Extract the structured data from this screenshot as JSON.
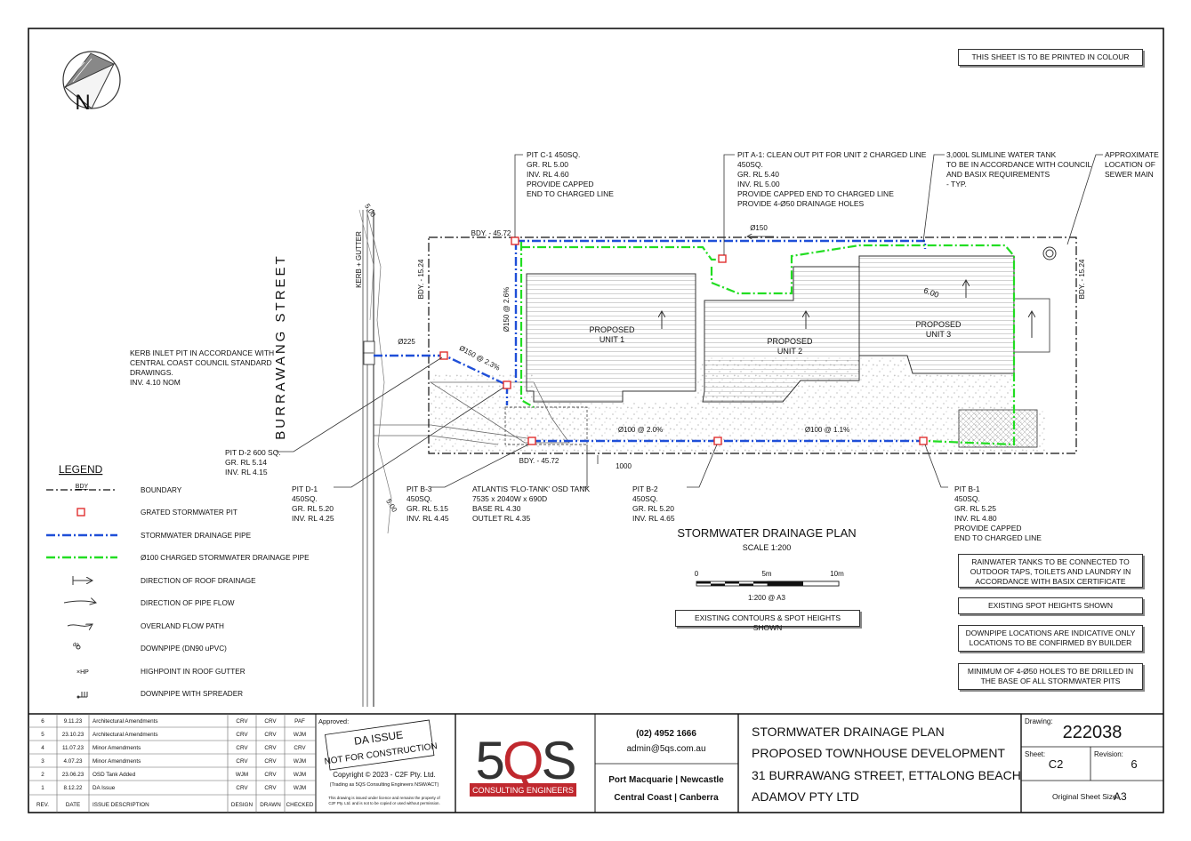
{
  "top_notice": "THIS SHEET IS TO BE PRINTED IN COLOUR",
  "north_label": "N",
  "street": {
    "name": "BURRAWANG STREET",
    "kerb_label": "KERB + GUTTER",
    "contour_label_top": "5.00",
    "contour_label_bottom": "5.00"
  },
  "boundary": {
    "top": "BDY. - 45.72",
    "bottom": "BDY. - 45.72",
    "left": "BDY. - 15.24",
    "right": "BDY. - 15.24"
  },
  "units": [
    "PROPOSED\nUNIT 1",
    "PROPOSED\nUNIT 2",
    "PROPOSED\nUNIT 3"
  ],
  "pipe_labels": {
    "p150_top": "Ø150",
    "p150_vert": "Ø150 @ 2.6%",
    "p150_diag": "Ø150 @ 2.3%",
    "p225": "Ø225",
    "p100_a": "Ø100 @ 2.0%",
    "p100_b": "Ø100 @ 1.1%",
    "dim_1000": "1000",
    "dim_600": "6.00"
  },
  "callouts": {
    "pit_c1": "PIT C-1 450SQ.\nGR. RL 5.00\nINV. RL 4.60\nPROVIDE CAPPED\nEND TO CHARGED LINE",
    "pit_a1": "PIT A-1: CLEAN OUT PIT FOR UNIT 2 CHARGED LINE\n450SQ.\nGR. RL 5.40\nINV. RL 5.00\nPROVIDE CAPPED END TO CHARGED LINE\nPROVIDE 4-Ø50 DRAINAGE HOLES",
    "tank": "3,000L SLIMLINE WATER TANK\nTO BE IN ACCORDANCE WITH COUNCIL\nAND BASIX REQUIREMENTS\n- TYP.",
    "sewer": "APPROXIMATE\nLOCATION OF\nSEWER MAIN",
    "kerb_pit": "KERB INLET PIT IN ACCORDANCE WITH\nCENTRAL COAST COUNCIL STANDARD\nDRAWINGS.\nINV. 4.10 NOM",
    "pit_d2": "PIT D-2 600 SQ.\nGR. RL 5.14\nINV. RL 4.15",
    "pit_d1": "PIT D-1\n450SQ.\nGR. RL 5.20\nINV. RL 4.25",
    "pit_b3": "PIT B-3\n450SQ.\nGR. RL 5.15\nINV. RL 4.45",
    "osd": "ATLANTIS 'FLO-TANK' OSD TANK\n7535 x 2040W x 690D\nBASE RL 4.30\nOUTLET RL 4.35",
    "pit_b2": "PIT B-2\n450SQ.\nGR. RL 5.20\nINV. RL 4.65",
    "pit_b1": "PIT B-1\n450SQ.\nGR. RL 5.25\nINV. RL 4.80\nPROVIDE CAPPED\nEND TO CHARGED LINE"
  },
  "plan_title": "STORMWATER DRAINAGE PLAN",
  "plan_scale": "SCALE 1:200",
  "scalebar": {
    "t0": "0",
    "t5": "5m",
    "t10": "10m",
    "note": "1:200 @ A3"
  },
  "contours_note": "EXISTING CONTOURS & SPOT HEIGHTS SHOWN",
  "right_notes": [
    "RAINWATER TANKS TO BE CONNECTED TO\nOUTDOOR TAPS, TOILETS AND LAUNDRY IN\nACCORDANCE WITH BASIX CERTIFICATE",
    "EXISTING SPOT HEIGHTS SHOWN",
    "DOWNPIPE LOCATIONS ARE INDICATIVE ONLY\nLOCATIONS TO BE CONFIRMED BY BUILDER",
    "MINIMUM OF 4-Ø50 HOLES TO BE DRILLED IN\nTHE BASE OF ALL STORMWATER PITS"
  ],
  "legend": {
    "title": "LEGEND",
    "bdy_tag": "BDY",
    "items": [
      "BOUNDARY",
      "GRATED STORMWATER PIT",
      "STORMWATER DRAINAGE PIPE",
      "Ø100 CHARGED STORMWATER DRAINAGE PIPE",
      "DIRECTION OF ROOF DRAINAGE",
      "DIRECTION OF PIPE FLOW",
      "OVERLAND FLOW PATH",
      "DOWNPIPE (DN90 uPVC)",
      "HIGHPOINT IN ROOF GUTTER",
      "DOWNPIPE WITH SPREADER"
    ]
  },
  "colors": {
    "stormwater": "#1f4fd8",
    "charged": "#22dd22",
    "pit": "#e03030",
    "brand": "#c0282e"
  },
  "revisions": {
    "headers": [
      "REV.",
      "DATE",
      "ISSUE DESCRIPTION",
      "DESIGN",
      "DRAWN",
      "CHECKED"
    ],
    "rows": [
      [
        "6",
        "9.11.23",
        "Architectural Amendments",
        "CRV",
        "CRV",
        "PAF"
      ],
      [
        "5",
        "23.10.23",
        "Architectural Amendments",
        "CRV",
        "CRV",
        "WJM"
      ],
      [
        "4",
        "11.07.23",
        "Minor Amendments",
        "CRV",
        "CRV",
        "CRV"
      ],
      [
        "3",
        "4.07.23",
        "Minor Amendments",
        "CRV",
        "CRV",
        "WJM"
      ],
      [
        "2",
        "23.06.23",
        "OSD Tank Added",
        "WJM",
        "CRV",
        "WJM"
      ],
      [
        "1",
        "8.12.22",
        "DA Issue",
        "CRV",
        "CRV",
        "WJM"
      ]
    ]
  },
  "approval": {
    "label": "Approved:",
    "stamp1": "DA ISSUE",
    "stamp2": "NOT FOR CONSTRUCTION",
    "copyright": "Copyright © 2023 - C2F Pty. Ltd.",
    "trading": "(Trading as 5QS Consulting Engineers NSW/ACT)",
    "disclaimer": "This drawing is issued under licence and remains the property of\nC2F Pty. Ltd. and is not to be copied or used without permission."
  },
  "company": {
    "logo": "5QS",
    "sub": "CONSULTING ENGINEERS",
    "phone": "(02) 4952 1666",
    "email": "admin@5qs.com.au",
    "offices1": "Port Macquarie | Newcastle",
    "offices2": "Central Coast | Canberra"
  },
  "project": {
    "line1": "STORMWATER DRAINAGE PLAN",
    "line2": "PROPOSED TOWNHOUSE DEVELOPMENT",
    "line3": "31 BURRAWANG STREET, ETTALONG BEACH",
    "line4": "ADAMOV PTY LTD"
  },
  "drawing": {
    "drawing_label": "Drawing:",
    "number": "222038",
    "sheet_label": "Sheet:",
    "sheet": "C2",
    "revision_label": "Revision:",
    "revision": "6",
    "size_label": "Original Sheet Size:",
    "size": "A3"
  }
}
